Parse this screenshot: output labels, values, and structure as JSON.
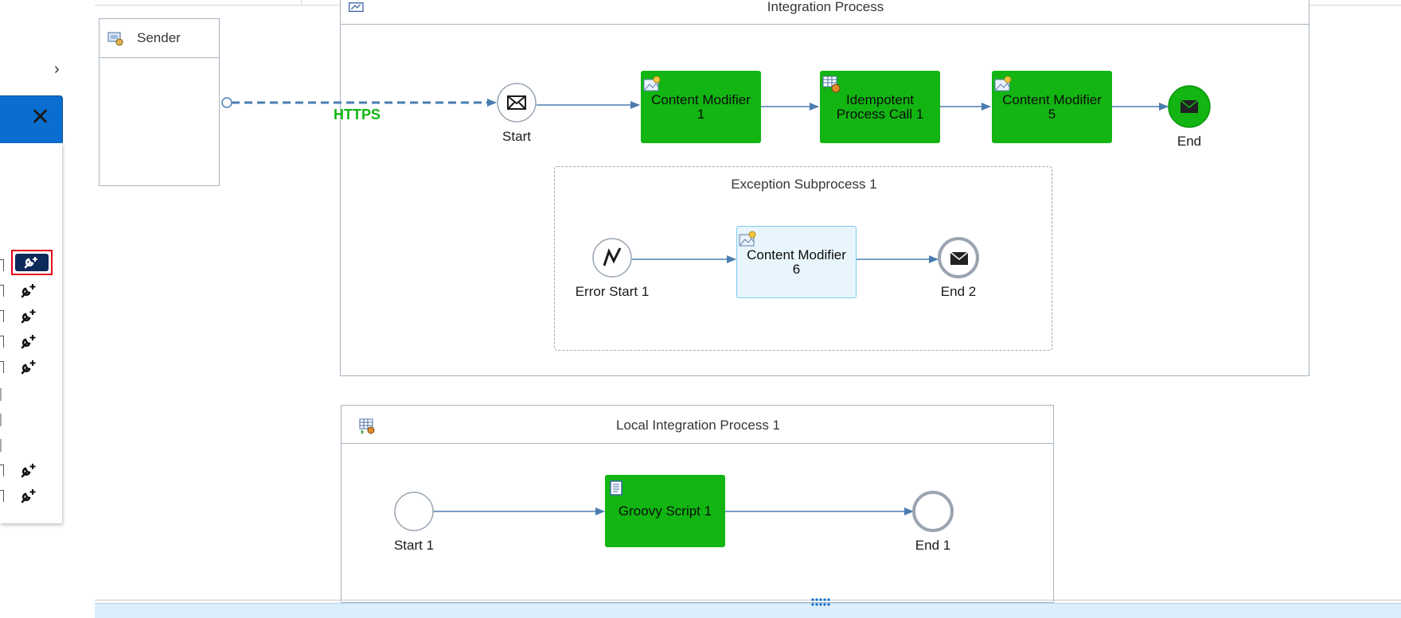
{
  "flow": {
    "sender_label": "Sender",
    "integration_process_title": "Integration Process",
    "https_label": "HTTPS",
    "start_label": "Start",
    "content_modifier_1": "Content Modifier 1",
    "idempotent_process_call_1": "Idempotent Process Call 1",
    "content_modifier_5": "Content Modifier 5",
    "end_label": "End",
    "exception_subprocess_title": "Exception Subprocess 1",
    "error_start_label": "Error Start 1",
    "content_modifier_6": "Content Modifier 6",
    "end2_label": "End 2"
  },
  "local_process": {
    "title": "Local Integration Process 1",
    "start_label": "Start 1",
    "groovy_script_label": "Groovy Script 1",
    "end_label": "End 1"
  },
  "left_panel": {
    "close_icon": "close-icon",
    "expand_icon": "chevron-right-icon",
    "tool_icon": "wrench-plus-icon"
  },
  "colors": {
    "step_green": "#12b512",
    "connector_blue": "#4a7db0",
    "https_green": "#12b512",
    "panel_blue": "#0a6ed1",
    "selected_red": "#e3001b"
  }
}
